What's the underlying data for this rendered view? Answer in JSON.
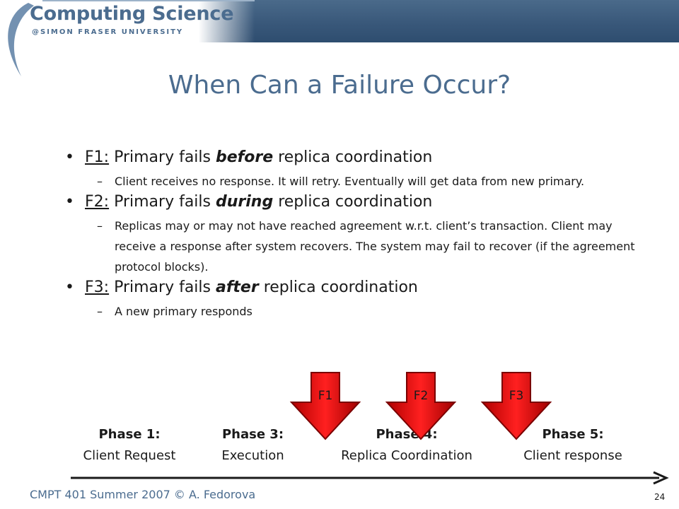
{
  "header": {
    "brand_title": "Computing Science",
    "brand_subtitle": "@SIMON FRASER UNIVERSITY"
  },
  "slide": {
    "title": "When Can a Failure Occur?",
    "bullets": [
      {
        "tag": "F1:",
        "pre": " Primary fails ",
        "em": "before",
        "post": " replica coordination",
        "sub": "Client receives no response. It will retry. Eventually will get data from new primary."
      },
      {
        "tag": "F2:",
        "pre": " Primary fails ",
        "em": "during",
        "post": " replica coordination",
        "sub": "Replicas may or may not have reached agreement w.r.t. client’s transaction. Client may receive a response after system recovers. The system may fail to recover (if the agreement protocol blocks)."
      },
      {
        "tag": "F3:",
        "pre": " Primary fails ",
        "em": "after",
        "post": " replica coordination",
        "sub": "A new primary responds"
      }
    ],
    "bullet_glyph": "•",
    "dash_glyph": "–"
  },
  "diagram": {
    "phases": [
      {
        "title": "Phase 1:",
        "label": "Client Request"
      },
      {
        "title": "Phase 3:",
        "label": "Execution"
      },
      {
        "title": "Phase 4:",
        "label": "Replica Coordination"
      },
      {
        "title": "Phase 5:",
        "label": "Client response"
      }
    ],
    "failure_points": [
      "F1",
      "F2",
      "F3"
    ],
    "arrow_color": "#e01010",
    "timeline_color": "#1a1a1a"
  },
  "footer": {
    "course": "CMPT 401 Summer 2007 © A. Fedorova",
    "page": "24"
  },
  "colors": {
    "accent": "#4b6c8f",
    "banner": "#39587a"
  }
}
